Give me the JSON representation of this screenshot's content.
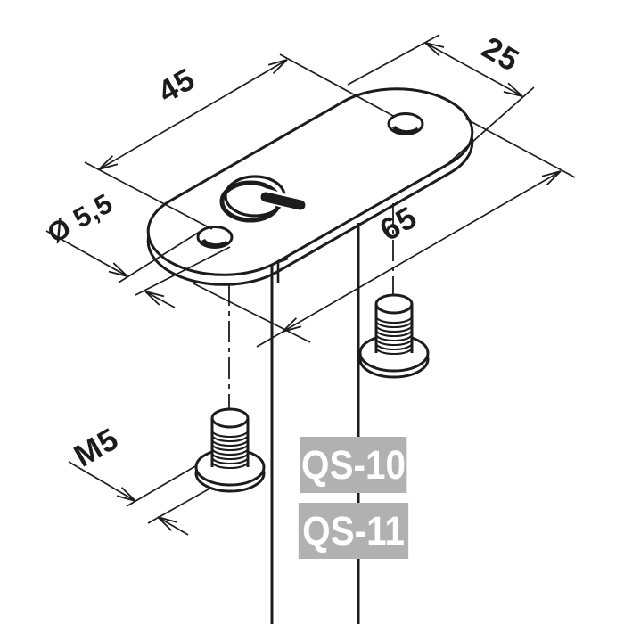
{
  "diagram": {
    "dimensions": {
      "hole_spacing": "45",
      "plate_width": "25",
      "plate_length": "65",
      "hole_diameter": "Ø 5,5",
      "thread": "M5"
    },
    "parts": [
      {
        "code": "QS-10"
      },
      {
        "code": "QS-11"
      }
    ],
    "colors": {
      "line": "#1c1c1c",
      "label_background": "#b1b1b1",
      "label_text": "#ffffff",
      "background": "#ffffff"
    }
  }
}
